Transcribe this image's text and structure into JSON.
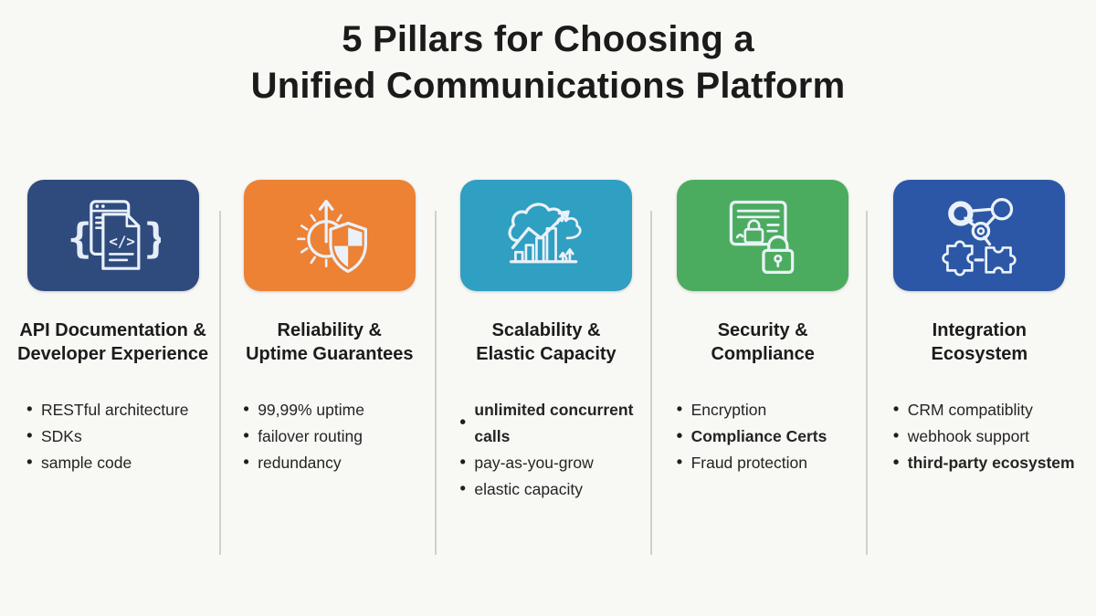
{
  "title": {
    "line1": "5 Pillars for Choosing a",
    "line2": "Unified Communications Platform"
  },
  "colors": {
    "pillar1_navy": "#2f4b7e",
    "pillar2_orange": "#ed8134",
    "pillar3_teal": "#2f9fc2",
    "pillar4_green": "#4bac5f",
    "pillar5_blue": "#2c57a6",
    "divider_gray": "#c9c9c8",
    "background": "#f8f8f5",
    "text_dark": "#1b1b1b"
  },
  "pillars": [
    {
      "icon": "code-document-icon",
      "color": "#2f4b7e",
      "heading_line1": "API Documentation &",
      "heading_line2": "Developer Experience",
      "bullets": [
        {
          "text": "RESTful architecture",
          "bold": false
        },
        {
          "text": "SDKs",
          "bold": false
        },
        {
          "text": "sample code",
          "bold": false
        }
      ]
    },
    {
      "icon": "uptime-clock-shield-icon",
      "color": "#ed8134",
      "heading_line1": "Reliability &",
      "heading_line2": "Uptime Guarantees",
      "bullets": [
        {
          "text": "99,99% uptime",
          "bold": false
        },
        {
          "text": "failover routing",
          "bold": false
        },
        {
          "text": "redundancy",
          "bold": false
        }
      ]
    },
    {
      "icon": "scaling-chart-cloud-icon",
      "color": "#2f9fc2",
      "heading_line1": "Scalability &",
      "heading_line2": "Elastic Capacity",
      "bullets": [
        {
          "text": "unlimited concurrent calls",
          "bold": true
        },
        {
          "text": "pay-as-you-grow",
          "bold": false
        },
        {
          "text": "elastic capacity",
          "bold": false
        }
      ]
    },
    {
      "icon": "certificate-lock-icon",
      "color": "#4bac5f",
      "heading_line1": "Security &",
      "heading_line2": "Compliance",
      "bullets": [
        {
          "text": "Encryption",
          "bold": false
        },
        {
          "text": "Compliance Certs",
          "bold": true
        },
        {
          "text": "Fraud protection",
          "bold": false
        }
      ]
    },
    {
      "icon": "network-puzzle-icon",
      "color": "#2c57a6",
      "heading_line1": "Integration",
      "heading_line2": "Ecosystem",
      "bullets": [
        {
          "text": "CRM compatiblity",
          "bold": false
        },
        {
          "text": "webhook support",
          "bold": false
        },
        {
          "text": "third-party ecosystem",
          "bold": true
        }
      ]
    }
  ]
}
